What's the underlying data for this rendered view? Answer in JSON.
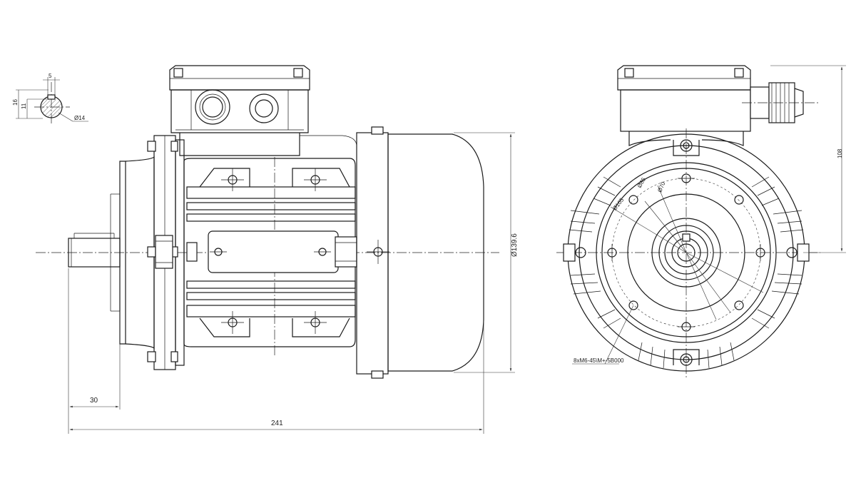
{
  "shaft_detail": {
    "key_width": "5",
    "height_16": "16",
    "height_11": "11",
    "shaft_diameter": "Ø14"
  },
  "side_view": {
    "shaft_length": "30",
    "overall_length": "241",
    "fan_cover_diameter": "Ø139.6"
  },
  "end_view": {
    "height_to_center": "108",
    "diameter_105": "Ø105",
    "diameter_85": "Ø85",
    "diameter_70": "Ø70",
    "bolt_note": "8xM6-45\\M+-5B000"
  }
}
